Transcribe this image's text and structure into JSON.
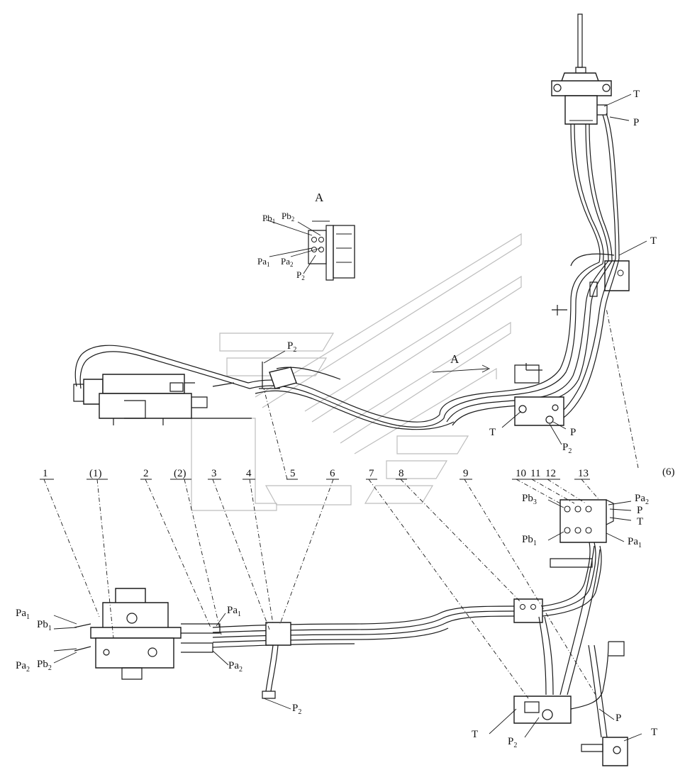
{
  "diagram": {
    "view_label": "A",
    "detail_labels": {
      "pb1": "Pb",
      "pb1_sub": "1",
      "pb2": "Pb",
      "pb2_sub": "2",
      "pa1": "Pa",
      "pa1_sub": "1",
      "pa2": "Pa",
      "pa2_sub": "2",
      "p2": "P",
      "p2_sub": "2"
    },
    "pilot_valve_labels": {
      "t": "T",
      "p": "P"
    },
    "pedal_labels": {
      "t": "T"
    },
    "center_labels": {
      "p2": "P",
      "p2_sub": "2",
      "arrow_a": "A",
      "t": "T",
      "p": "P",
      "p2b": "P",
      "p2b_sub": "2",
      "ref6": "(6)"
    },
    "callouts": [
      "1",
      "(1)",
      "2",
      "(2)",
      "3",
      "4",
      "5",
      "6",
      "7",
      "8",
      "9",
      "10",
      "11",
      "12",
      "13"
    ],
    "block_labels": {
      "pb3": "Pb",
      "pb3_sub": "3",
      "pa2": "Pa",
      "pa2_sub": "2",
      "p": "P",
      "t": "T",
      "pb1": "Pb",
      "pb1_sub": "1",
      "pa1": "Pa",
      "pa1_sub": "1"
    },
    "main_valve_labels": {
      "pa1": "Pa",
      "pa1_sub": "1",
      "pb1": "Pb",
      "pb1_sub": "1",
      "pa2": "Pa",
      "pa2_sub": "2",
      "pb2": "Pb",
      "pb2_sub": "2",
      "pa1_r": "Pa",
      "pa1_r_sub": "1",
      "pa2_r": "Pa",
      "pa2_r_sub": "2"
    },
    "lower_labels": {
      "p2": "P",
      "p2_sub": "2",
      "t_left": "T",
      "p2b": "P",
      "p2b_sub": "2",
      "p": "P",
      "t_right": "T"
    }
  }
}
